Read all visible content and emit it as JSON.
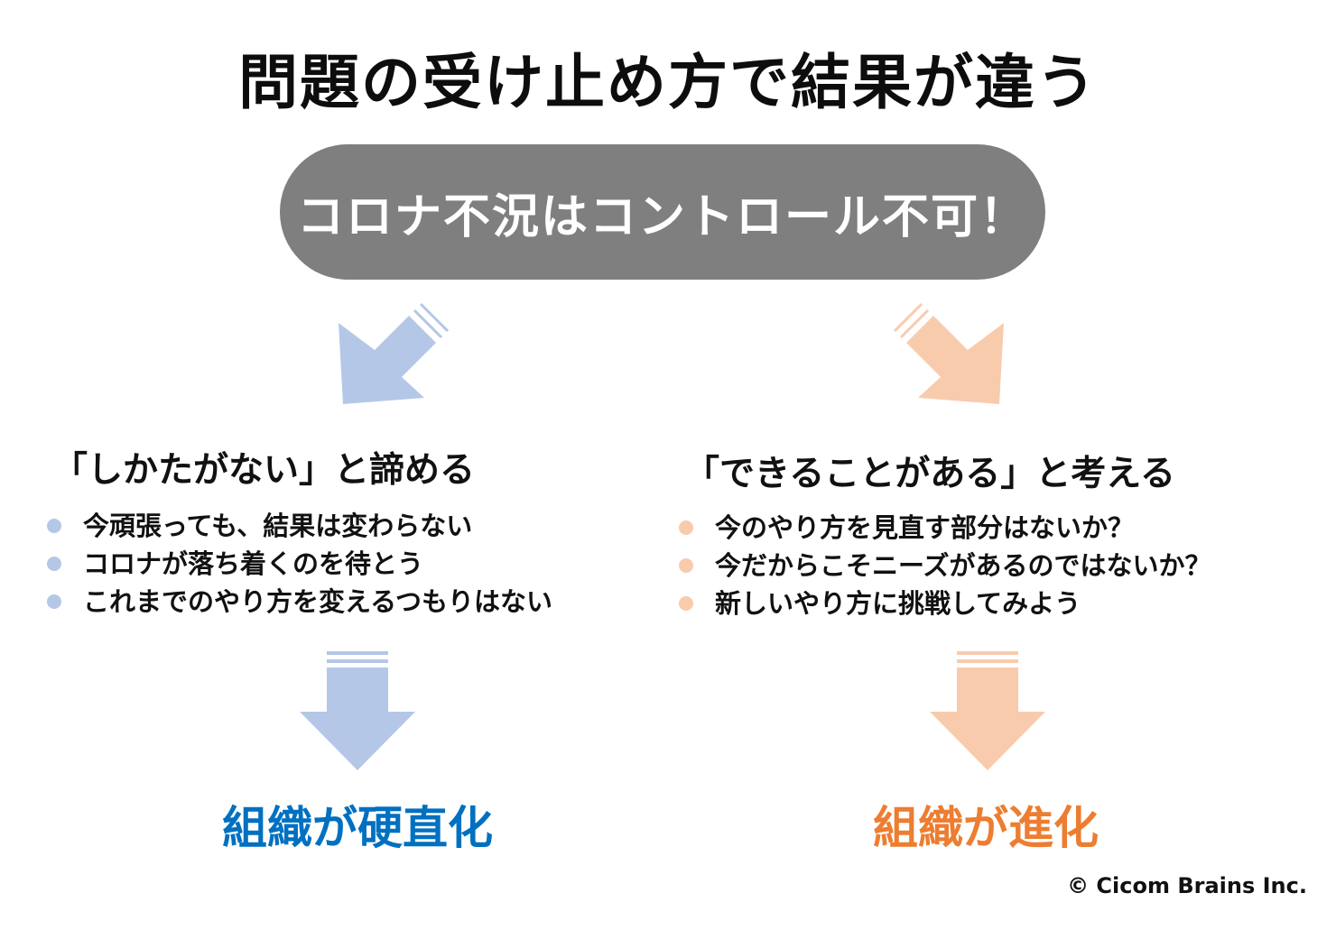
{
  "title": "問題の受け止め方で結果が違う",
  "premise": "コロナ不況はコントロール不可！",
  "colors": {
    "pill": "#7f7f7f",
    "left_arrow": "#b4c7e7",
    "right_arrow": "#f8cbad",
    "left_result": "#0070c0",
    "right_result": "#ed7d31"
  },
  "left": {
    "heading": "「しかたがない」と諦める",
    "bullets": [
      "今頑張っても、結果は変わらない",
      "コロナが落ち着くのを待とう",
      "これまでのやり方を変えるつもりはない"
    ],
    "result": "組織が硬直化"
  },
  "right": {
    "heading": "「できることがある」と考える",
    "bullets": [
      "今のやり方を見直す部分はないか？",
      "今だからこそニーズがあるのではないか？",
      "新しいやり方に挑戦してみよう"
    ],
    "result": "組織が進化"
  },
  "copyright": "© Cicom Brains Inc."
}
